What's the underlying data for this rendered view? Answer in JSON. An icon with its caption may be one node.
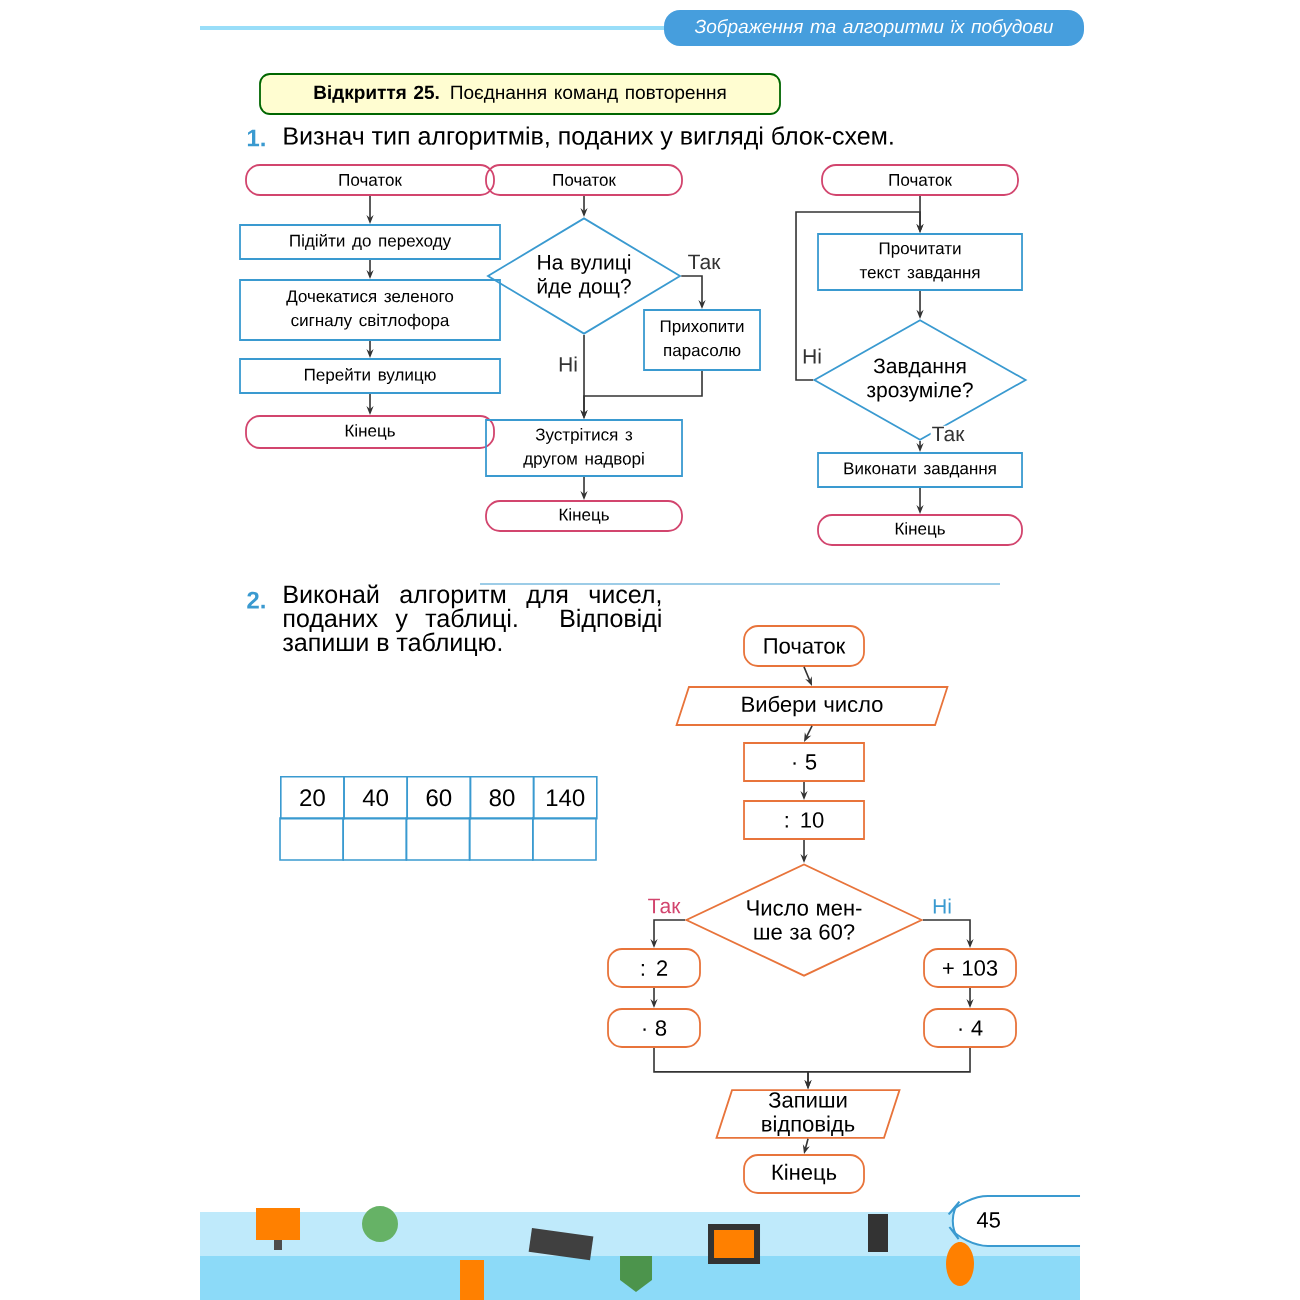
{
  "diagram": {
    "nodes": [
      {
        "text": [
          "Зображення та алгоритми їх побудови"
        ]
      },
      {
        "text": [
          "**Відкриття 25.** Поєднання команд повторення"
        ]
      },
      {
        "text": [
          "Початок"
        ]
      },
      {
        "text": [
          "Підійти до переходу"
        ]
      },
      {
        "text": [
          "Дочекатися зеленого сигналу світлофора"
        ]
      },
      {
        "text": [
          "Перейти вулицю"
        ]
      },
      {
        "text": [
          "Кінець"
        ]
      },
      {
        "text": [
          "Початок"
        ]
      },
      {
        "text": [
          "На вулиці йде дощ?"
        ]
      },
      {
        "text": [
          "Прихопити парасолю"
        ]
      },
      {
        "text": [
          "Зустрітися з другом надворі"
        ]
      },
      {
        "text": [
          "Кінець"
        ]
      },
      {
        "text": [
          "Початок"
        ]
      },
      {
        "text": [
          "Прочитати текст завдання"
        ]
      },
      {
        "text": [
          "Завдання зрозуміле?"
        ]
      },
      {
        "text": [
          "Виконати завдання"
        ]
      },
      {
        "text": [
          "Кінець"
        ]
      },
      {
        "text": [
          "Початок"
        ]
      },
      {
        "text": [
          "Вибери число"
        ]
      },
      {
        "text": [
          "· 5"
        ]
      },
      {
        "text": [
          ": 10"
        ]
      },
      {
        "text": [
          "Число мен- ше за 60?"
        ]
      },
      {
        "text": [
          ": 2"
        ]
      },
      {
        "text": [
          "· 8"
        ]
      },
      {
        "text": [
          "+ 103"
        ]
      },
      {
        "text": [
          "· 4"
        ]
      },
      {
        "text": [
          "Запиши відповідь"
        ]
      },
      {
        "text": [
          "Кінець"
        ]
      }
    ],
    "edges": [
      {
        "from": 2,
        "to": 3,
        "arrow": "to"
      },
      {
        "from": 3,
        "to": 4,
        "arrow": "to"
      },
      {
        "from": 4,
        "to": 5,
        "arrow": "to"
      },
      {
        "from": 5,
        "to": 6,
        "arrow": "to"
      },
      {
        "from": 7,
        "to": 8,
        "arrow": "to"
      },
      {
        "from": 8,
        "to": 9,
        "arrow": "to",
        "label": "Так"
      },
      {
        "from": 8,
        "to": 10,
        "arrow": "to",
        "label": "Ні"
      },
      {
        "from": 9,
        "to": 10,
        "arrow": "to"
      },
      {
        "from": 10,
        "to": 11,
        "arrow": "to"
      },
      {
        "from": 12,
        "to": 13,
        "arrow": "to"
      },
      {
        "from": 13,
        "to": 14,
        "arrow": "to"
      },
      {
        "from": 14,
        "to": 13,
        "arrow": "to",
        "label": "Ні"
      },
      {
        "from": 14,
        "to": 15,
        "arrow": "to",
        "label": "Так"
      },
      {
        "from": 15,
        "to": 16,
        "arrow": "to"
      },
      {
        "from": 17,
        "to": 18,
        "arrow": "to"
      },
      {
        "from": 18,
        "to": 19,
        "arrow": "to"
      },
      {
        "from": 19,
        "to": 20,
        "arrow": "to"
      },
      {
        "from": 20,
        "to": 21,
        "arrow": "to"
      },
      {
        "from": 21,
        "to": 22,
        "arrow": "to",
        "label": "Так"
      },
      {
        "from": 21,
        "to": 24,
        "arrow": "to",
        "label": "Ні"
      },
      {
        "from": 22,
        "to": 23,
        "arrow": "to"
      },
      {
        "from": 24,
        "to": 25,
        "arrow": "to"
      },
      {
        "from": 23,
        "to": 26,
        "arrow": "to"
      },
      {
        "from": 25,
        "to": 26,
        "arrow": "to"
      },
      {
        "from": 26,
        "to": 27,
        "arrow": "to"
      }
    ],
    "labels": [
      "1.",
      "Визнач тип алгоритмів, поданих у вигляді блок-схем.",
      "2.",
      "Виконай алгоритм для чисел, поданих у таблиці. Відповіді запиши в таблицю.",
      "20",
      "40",
      "60",
      "80",
      "140",
      "45"
    ]
  }
}
